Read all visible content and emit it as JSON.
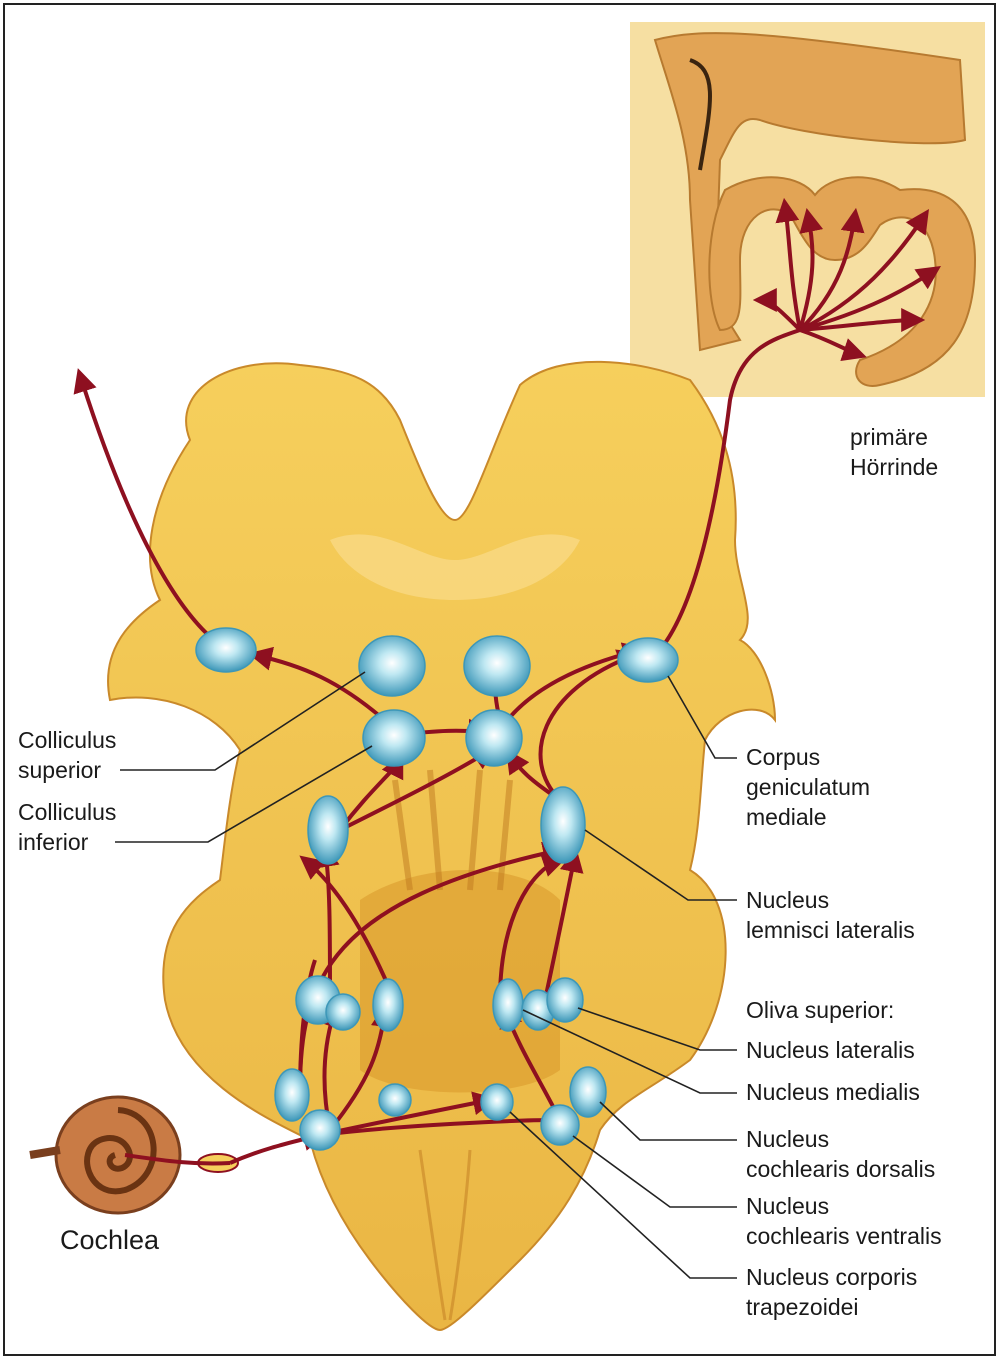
{
  "labels": {
    "primaere_hoerrinde": [
      "primäre",
      "Hörrinde"
    ],
    "colliculus_superior": [
      "Colliculus",
      "superior"
    ],
    "colliculus_inferior": [
      "Colliculus",
      "inferior"
    ],
    "corpus_geniculatum": [
      "Corpus",
      "geniculatum",
      "mediale"
    ],
    "nucleus_lemnisci": [
      "Nucleus",
      "lemnisci lateralis"
    ],
    "oliva_superior": "Oliva superior:",
    "nucleus_lateralis": "Nucleus lateralis",
    "nucleus_medialis": "Nucleus medialis",
    "nucleus_cochlearis_dorsalis": [
      "Nucleus",
      "cochlearis dorsalis"
    ],
    "nucleus_cochlearis_ventralis": [
      "Nucleus",
      "cochlearis ventralis"
    ],
    "nucleus_corporis": [
      "Nucleus corporis",
      "trapezoidei"
    ],
    "cochlea": "Cochlea"
  },
  "colors": {
    "tissue": "#f2c24e",
    "tissue_dark": "#d9982a",
    "tissue_light": "#f9dc8a",
    "pathway": "#8e1020",
    "nucleus": "#7cc8dc",
    "cortex": "#e2a455",
    "cortex_bg": "#f6dfa2",
    "leader": "#222222"
  }
}
